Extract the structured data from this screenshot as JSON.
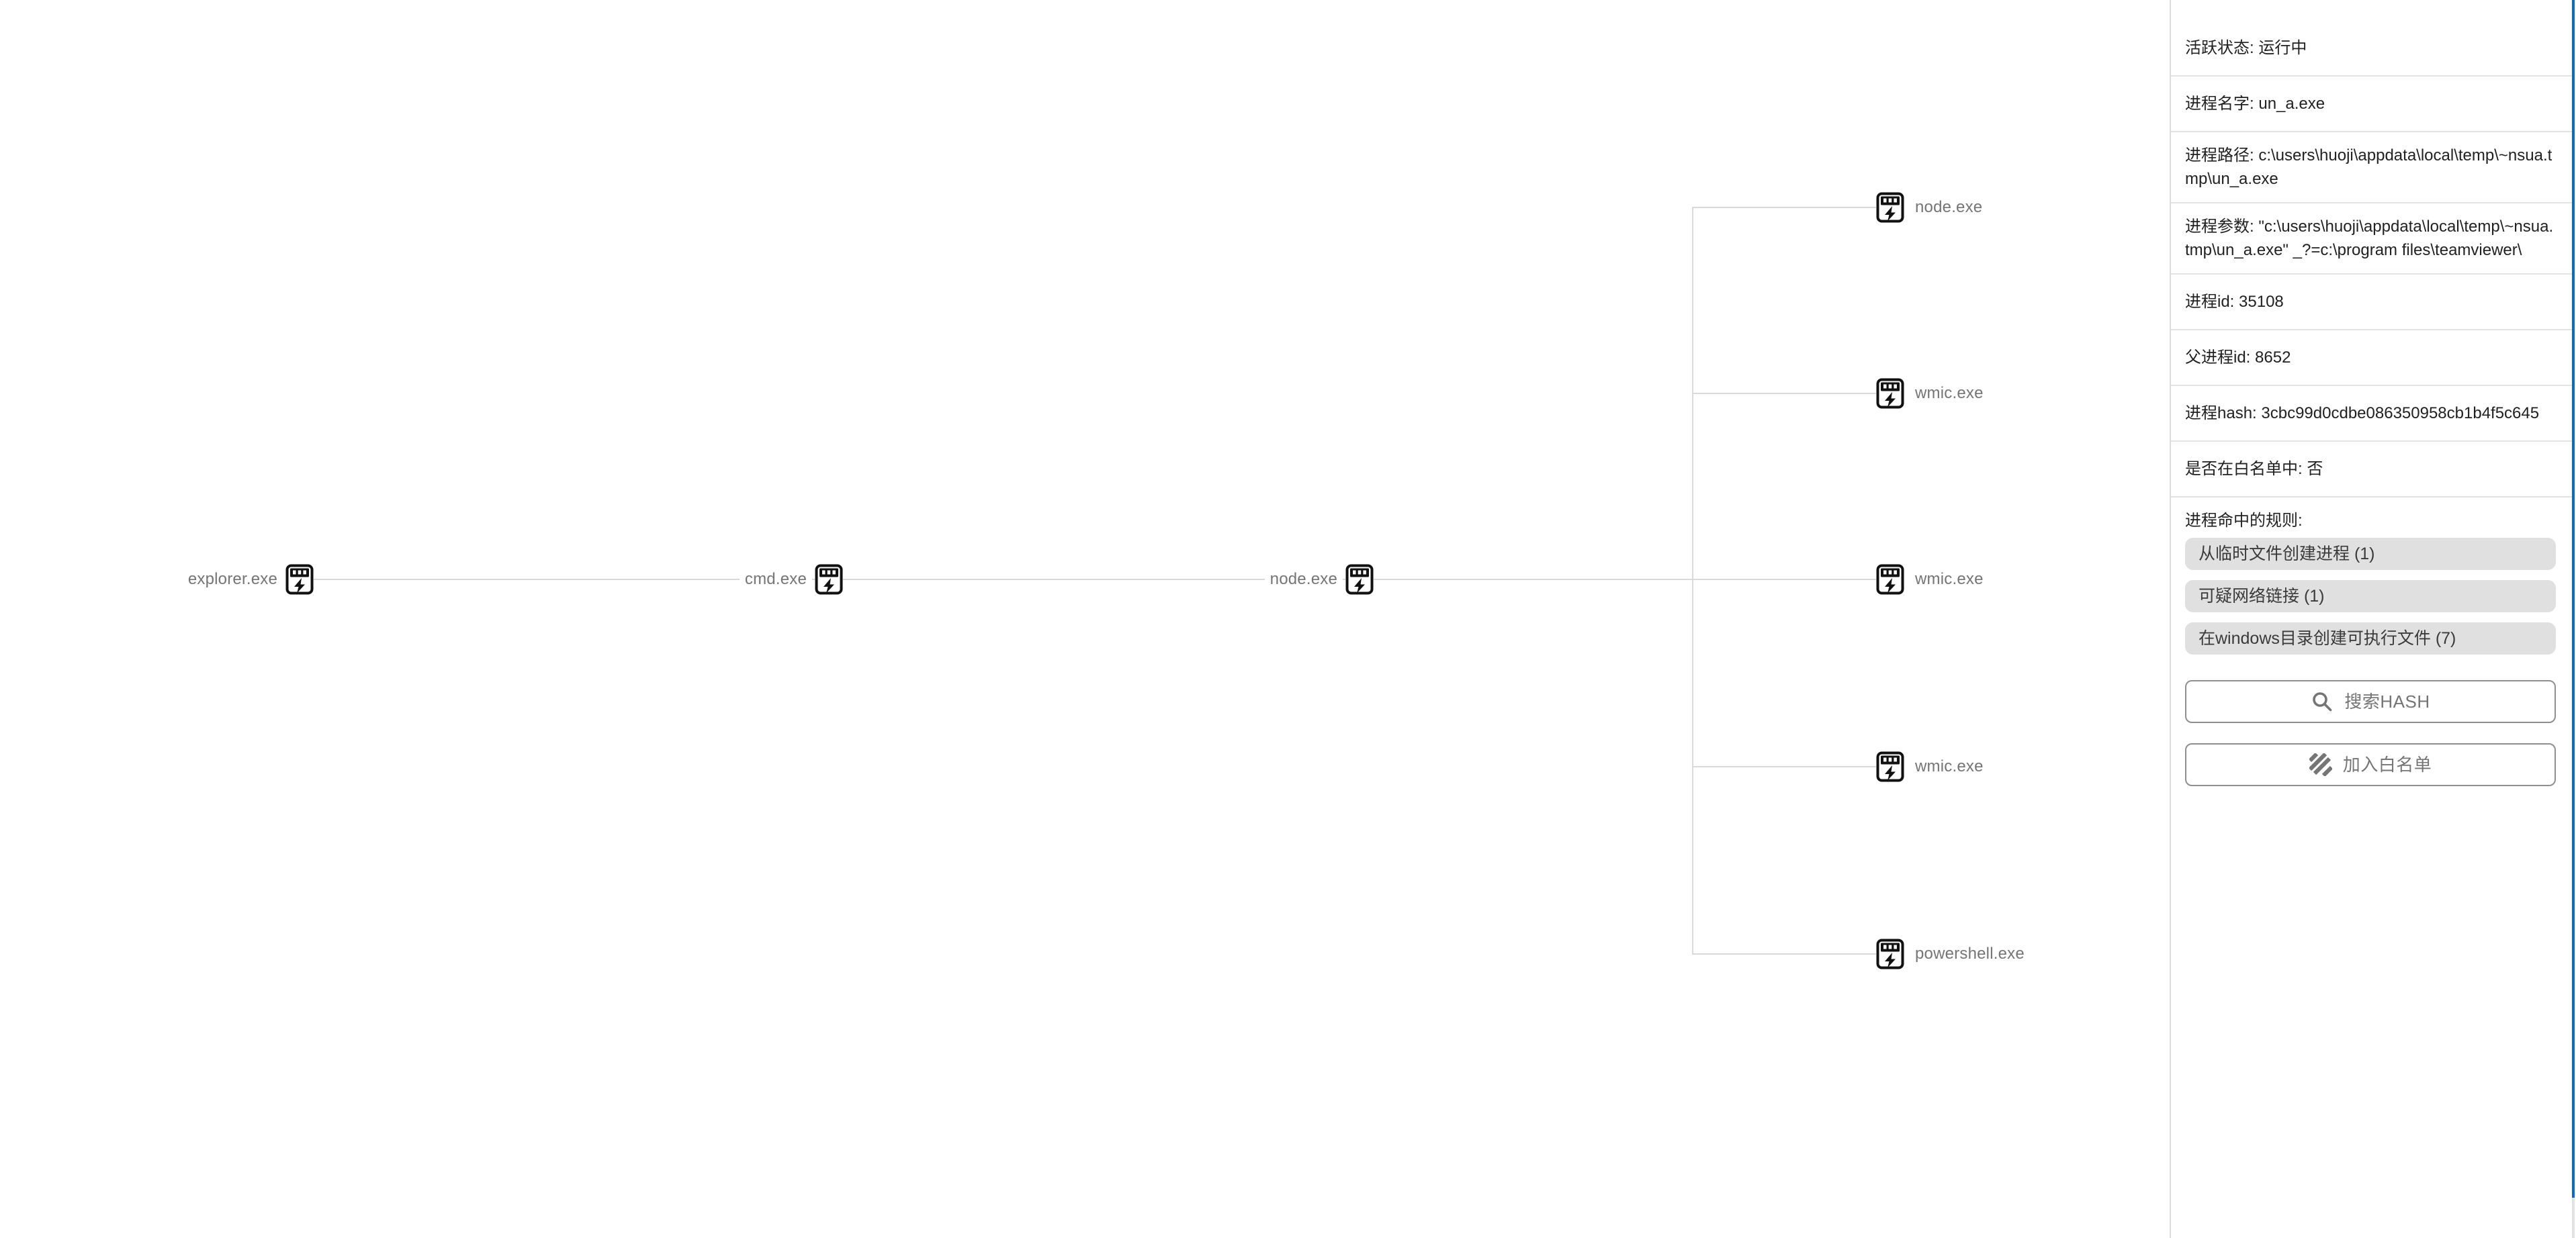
{
  "tree": {
    "root": {
      "label": "explorer.exe"
    },
    "level2": {
      "label": "cmd.exe"
    },
    "level3": {
      "label": "node.exe"
    },
    "children": [
      "node.exe",
      "wmic.exe",
      "wmic.exe",
      "wmic.exe",
      "powershell.exe"
    ]
  },
  "panel": {
    "fields": [
      {
        "label": "活跃状态:",
        "value": "运行中"
      },
      {
        "label": "进程名字:",
        "value": "un_a.exe"
      },
      {
        "label": "进程路径:",
        "value": "c:\\users\\huoji\\appdata\\local\\temp\\~nsua.tmp\\un_a.exe"
      },
      {
        "label": "进程参数:",
        "value": "\"c:\\users\\huoji\\appdata\\local\\temp\\~nsua.tmp\\un_a.exe\" _?=c:\\program files\\teamviewer\\"
      },
      {
        "label": "进程id:",
        "value": "35108"
      },
      {
        "label": "父进程id:",
        "value": "8652"
      },
      {
        "label": "进程hash:",
        "value": "3cbc99d0cdbe086350958cb1b4f5c645"
      },
      {
        "label": "是否在白名单中:",
        "value": "否"
      }
    ],
    "rules": {
      "label": "进程命中的规则:",
      "chips": [
        "从临时文件创建进程 (1)",
        "可疑网络链接 (1)",
        "在windows目录创建可执行文件 (7)"
      ]
    },
    "buttons": {
      "search": "搜索HASH",
      "whitelist": "加入白名单"
    }
  },
  "colors": {
    "scrollbar_thumb": "#0c6cc4",
    "chip_bg": "#e0e0e0",
    "tree_line": "#d9d9d9",
    "separator": "#e3e3e3",
    "text_primary": "#212121",
    "text_secondary": "#757575"
  }
}
